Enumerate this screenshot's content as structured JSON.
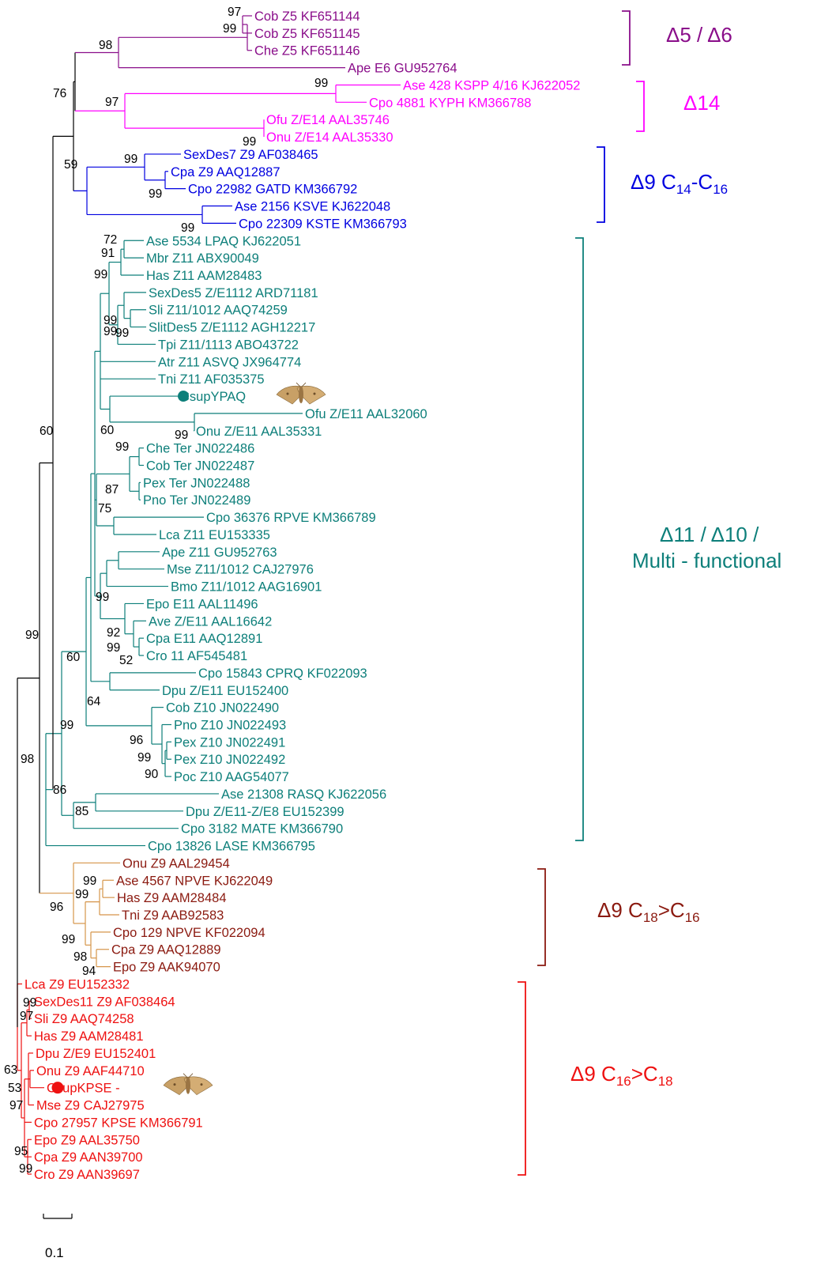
{
  "colors": {
    "d56": "#8a0e8a",
    "d14": "#ff00ff",
    "d9a": "#0000e0",
    "d11": "#0d7f7a",
    "d9c": "#8b1a10",
    "d9cbranch": "#d6954a",
    "d9b": "#ee1111",
    "black": "#000000"
  },
  "clades": [
    {
      "id": "d56",
      "parts": [
        {
          "t": "Δ5 / Δ6"
        }
      ]
    },
    {
      "id": "d14",
      "parts": [
        {
          "t": "Δ14"
        }
      ]
    },
    {
      "id": "d9a",
      "parts": [
        {
          "t": "Δ9 C"
        },
        {
          "t": "14",
          "sub": true
        },
        {
          "t": "-C"
        },
        {
          "t": "16",
          "sub": true
        }
      ]
    },
    {
      "id": "d11a",
      "parts": [
        {
          "t": "Δ11 / Δ10 /"
        }
      ]
    },
    {
      "id": "d11b",
      "parts": [
        {
          "t": "Multi - functional"
        }
      ]
    },
    {
      "id": "d9c",
      "parts": [
        {
          "t": "Δ9 C"
        },
        {
          "t": "18",
          "sub": true
        },
        {
          "t": ">C"
        },
        {
          "t": "16",
          "sub": true
        }
      ]
    },
    {
      "id": "d9b",
      "parts": [
        {
          "t": "Δ9 C"
        },
        {
          "t": "16",
          "sub": true
        },
        {
          "t": ">C"
        },
        {
          "t": "18",
          "sub": true
        }
      ]
    }
  ],
  "scale_label": "0.1",
  "leaves": [
    {
      "id": "L1",
      "label": "Cob Z5 KF651144",
      "color": "d56"
    },
    {
      "id": "L2",
      "label": "Cob Z5 KF651145",
      "color": "d56"
    },
    {
      "id": "L3",
      "label": "Che Z5 KF651146",
      "color": "d56"
    },
    {
      "id": "L4",
      "label": "Ape E6 GU952764",
      "color": "d56"
    },
    {
      "id": "L5",
      "label": "Ase 428 KSPP 4/16 KJ622052",
      "color": "d14"
    },
    {
      "id": "L6",
      "label": "Cpo 4881 KYPH KM366788",
      "color": "d14"
    },
    {
      "id": "L7",
      "label": "Ofu Z/E14 AAL35746",
      "color": "d14"
    },
    {
      "id": "L8",
      "label": "Onu Z/E14 AAL35330",
      "color": "d14"
    },
    {
      "id": "L9",
      "label": "SexDes7 Z9 AF038465",
      "color": "d9a"
    },
    {
      "id": "L10",
      "label": "Cpa Z9 AAQ12887",
      "color": "d9a"
    },
    {
      "id": "L11",
      "label": "Cpo 22982 GATD KM366792",
      "color": "d9a"
    },
    {
      "id": "L12",
      "label": "Ase 2156 KSVE KJ622048",
      "color": "d9a"
    },
    {
      "id": "L13",
      "label": "Cpo 22309 KSTE KM366793",
      "color": "d9a"
    },
    {
      "id": "L14",
      "label": "Ase 5534 LPAQ KJ622051",
      "color": "d11"
    },
    {
      "id": "L15",
      "label": "Mbr Z11 ABX90049",
      "color": "d11"
    },
    {
      "id": "L16",
      "label": "Has Z11 AAM28483",
      "color": "d11"
    },
    {
      "id": "L17",
      "label": "SexDes5 Z/E1112 ARD71181",
      "color": "d11"
    },
    {
      "id": "L18",
      "label": "Sli Z11/1012 AAQ74259",
      "color": "d11"
    },
    {
      "id": "L19",
      "label": "SlitDes5 Z/E1112 AGH12217",
      "color": "d11"
    },
    {
      "id": "L20",
      "label": "Tpi Z11/1113 ABO43722",
      "color": "d11"
    },
    {
      "id": "L21",
      "label": "Atr Z11 ASVQ JX964774",
      "color": "d11"
    },
    {
      "id": "L22",
      "label": "Tni Z11 AF035375",
      "color": "d11"
    },
    {
      "id": "L23",
      "label": "CsupYPAQ",
      "color": "d11"
    },
    {
      "id": "L24",
      "label": "Ofu Z/E11 AAL32060",
      "color": "d11"
    },
    {
      "id": "L25",
      "label": "Onu Z/E11 AAL35331",
      "color": "d11"
    },
    {
      "id": "L26",
      "label": "Che Ter JN022486",
      "color": "d11"
    },
    {
      "id": "L27",
      "label": "Cob Ter JN022487",
      "color": "d11"
    },
    {
      "id": "L28",
      "label": "Pex Ter JN022488",
      "color": "d11"
    },
    {
      "id": "L29",
      "label": "Pno Ter JN022489",
      "color": "d11"
    },
    {
      "id": "L30",
      "label": "Cpo 36376 RPVE KM366789",
      "color": "d11"
    },
    {
      "id": "L31",
      "label": "Lca Z11 EU153335",
      "color": "d11"
    },
    {
      "id": "L32",
      "label": "Ape Z11 GU952763",
      "color": "d11"
    },
    {
      "id": "L33",
      "label": "Mse Z11/1012 CAJ27976",
      "color": "d11"
    },
    {
      "id": "L34",
      "label": "Bmo Z11/1012 AAG16901",
      "color": "d11"
    },
    {
      "id": "L35",
      "label": "Epo E11 AAL11496",
      "color": "d11"
    },
    {
      "id": "L36",
      "label": "Ave Z/E11 AAL16642",
      "color": "d11"
    },
    {
      "id": "L37",
      "label": "Cpa E11 AAQ12891",
      "color": "d11"
    },
    {
      "id": "L38",
      "label": "Cro 11 AF545481",
      "color": "d11"
    },
    {
      "id": "L39",
      "label": "Cpo 15843 CPRQ KF022093",
      "color": "d11"
    },
    {
      "id": "L40",
      "label": "Dpu Z/E11 EU152400",
      "color": "d11"
    },
    {
      "id": "L41",
      "label": "Cob Z10 JN022490",
      "color": "d11"
    },
    {
      "id": "L42",
      "label": "Pno Z10 JN022493",
      "color": "d11"
    },
    {
      "id": "L43",
      "label": "Pex Z10 JN022491",
      "color": "d11"
    },
    {
      "id": "L44",
      "label": "Pex Z10 JN022492",
      "color": "d11"
    },
    {
      "id": "L45",
      "label": "Poc Z10 AAG54077",
      "color": "d11"
    },
    {
      "id": "L46",
      "label": "Ase 21308 RASQ KJ622056",
      "color": "d11"
    },
    {
      "id": "L47",
      "label": "Dpu Z/E11-Z/E8 EU152399",
      "color": "d11"
    },
    {
      "id": "L48",
      "label": "Cpo 3182 MATE KM366790",
      "color": "d11"
    },
    {
      "id": "L49",
      "label": "Cpo 13826 LASE KM366795",
      "color": "d11"
    },
    {
      "id": "L50",
      "label": "Onu Z9 AAL29454",
      "color": "d9c"
    },
    {
      "id": "L51",
      "label": "Ase 4567 NPVE KJ622049",
      "color": "d9c"
    },
    {
      "id": "L52",
      "label": "Has Z9 AAM28484",
      "color": "d9c"
    },
    {
      "id": "L53",
      "label": "Tni Z9 AAB92583",
      "color": "d9c"
    },
    {
      "id": "L54",
      "label": "Cpo 129 NPVE KF022094",
      "color": "d9c"
    },
    {
      "id": "L55",
      "label": "Cpa Z9 AAQ12889",
      "color": "d9c"
    },
    {
      "id": "L56",
      "label": "Epo Z9 AAK94070",
      "color": "d9c"
    },
    {
      "id": "L57",
      "label": "Lca Z9 EU152332",
      "color": "d9b"
    },
    {
      "id": "L58",
      "label": "SexDes11 Z9 AF038464",
      "color": "d9b"
    },
    {
      "id": "L59",
      "label": "Sli Z9 AAQ74258",
      "color": "d9b"
    },
    {
      "id": "L60",
      "label": "Has Z9 AAM28481",
      "color": "d9b"
    },
    {
      "id": "L61",
      "label": "Dpu Z/E9 EU152401",
      "color": "d9b"
    },
    {
      "id": "L62",
      "label": "Onu Z9 AAF44710",
      "color": "d9b"
    },
    {
      "id": "L63",
      "label": "CsupKPSE -",
      "color": "d9b"
    },
    {
      "id": "L64",
      "label": "Mse Z9 CAJ27975",
      "color": "d9b"
    },
    {
      "id": "L65",
      "label": "Cpo 27957 KPSE KM366791",
      "color": "d9b"
    },
    {
      "id": "L66",
      "label": "Epo Z9 AAL35750",
      "color": "d9b"
    },
    {
      "id": "L67",
      "label": "Cpa Z9 AAN39700",
      "color": "d9b"
    },
    {
      "id": "L68",
      "label": "Cro Z9 AAN39697",
      "color": "d9b"
    }
  ],
  "bootstraps": [
    {
      "id": "b1",
      "v": "97"
    },
    {
      "id": "b2",
      "v": "99"
    },
    {
      "id": "b3",
      "v": "98"
    },
    {
      "id": "b4",
      "v": "76"
    },
    {
      "id": "b5",
      "v": "99"
    },
    {
      "id": "b6",
      "v": "97"
    },
    {
      "id": "b7",
      "v": "99"
    },
    {
      "id": "b8",
      "v": "59"
    },
    {
      "id": "b9",
      "v": "99"
    },
    {
      "id": "b10",
      "v": "99"
    },
    {
      "id": "b11",
      "v": "99"
    },
    {
      "id": "b12",
      "v": "72"
    },
    {
      "id": "b13",
      "v": "91"
    },
    {
      "id": "b14",
      "v": "99"
    },
    {
      "id": "b15",
      "v": "99"
    },
    {
      "id": "b16",
      "v": "99"
    },
    {
      "id": "b17",
      "v": "99"
    },
    {
      "id": "b18",
      "v": "60"
    },
    {
      "id": "b19",
      "v": "99"
    },
    {
      "id": "b20",
      "v": "99"
    },
    {
      "id": "b21",
      "v": "87"
    },
    {
      "id": "b22",
      "v": "75"
    },
    {
      "id": "b23",
      "v": "99"
    },
    {
      "id": "b24",
      "v": "92"
    },
    {
      "id": "b25",
      "v": "99"
    },
    {
      "id": "b26",
      "v": "52"
    },
    {
      "id": "b27",
      "v": "60"
    },
    {
      "id": "b28",
      "v": "64"
    },
    {
      "id": "b29",
      "v": "99"
    },
    {
      "id": "b30",
      "v": "96"
    },
    {
      "id": "b31",
      "v": "99"
    },
    {
      "id": "b32",
      "v": "90"
    },
    {
      "id": "b33",
      "v": "86"
    },
    {
      "id": "b34",
      "v": "85"
    },
    {
      "id": "b35",
      "v": "60"
    },
    {
      "id": "b36",
      "v": "99"
    },
    {
      "id": "b37",
      "v": "98"
    },
    {
      "id": "b38",
      "v": "99"
    },
    {
      "id": "b39",
      "v": "99"
    },
    {
      "id": "b40",
      "v": "96"
    },
    {
      "id": "b41",
      "v": "99"
    },
    {
      "id": "b42",
      "v": "98"
    },
    {
      "id": "b43",
      "v": "94"
    },
    {
      "id": "b44",
      "v": "99"
    },
    {
      "id": "b45",
      "v": "97"
    },
    {
      "id": "b46",
      "v": "63"
    },
    {
      "id": "b47",
      "v": "53"
    },
    {
      "id": "b48",
      "v": "97"
    },
    {
      "id": "b49",
      "v": "95"
    },
    {
      "id": "b50",
      "v": "99"
    }
  ],
  "icons": {
    "moth": "moth-icon",
    "dot": "marker-dot-icon"
  }
}
